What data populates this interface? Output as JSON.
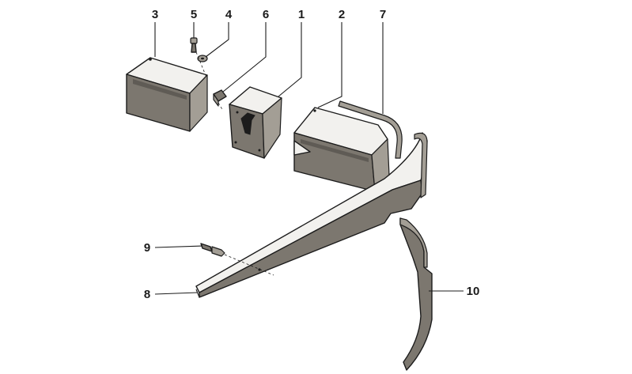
{
  "callouts": {
    "c1": "1",
    "c2": "2",
    "c3": "3",
    "c4": "4",
    "c5": "5",
    "c6": "6",
    "c7": "7",
    "c8": "8",
    "c9": "9",
    "c10": "10"
  },
  "colors": {
    "part_fill": "#7c776f",
    "part_highlight": "#f2f1ee",
    "outline": "#1c1c1c",
    "background": "#ffffff"
  }
}
